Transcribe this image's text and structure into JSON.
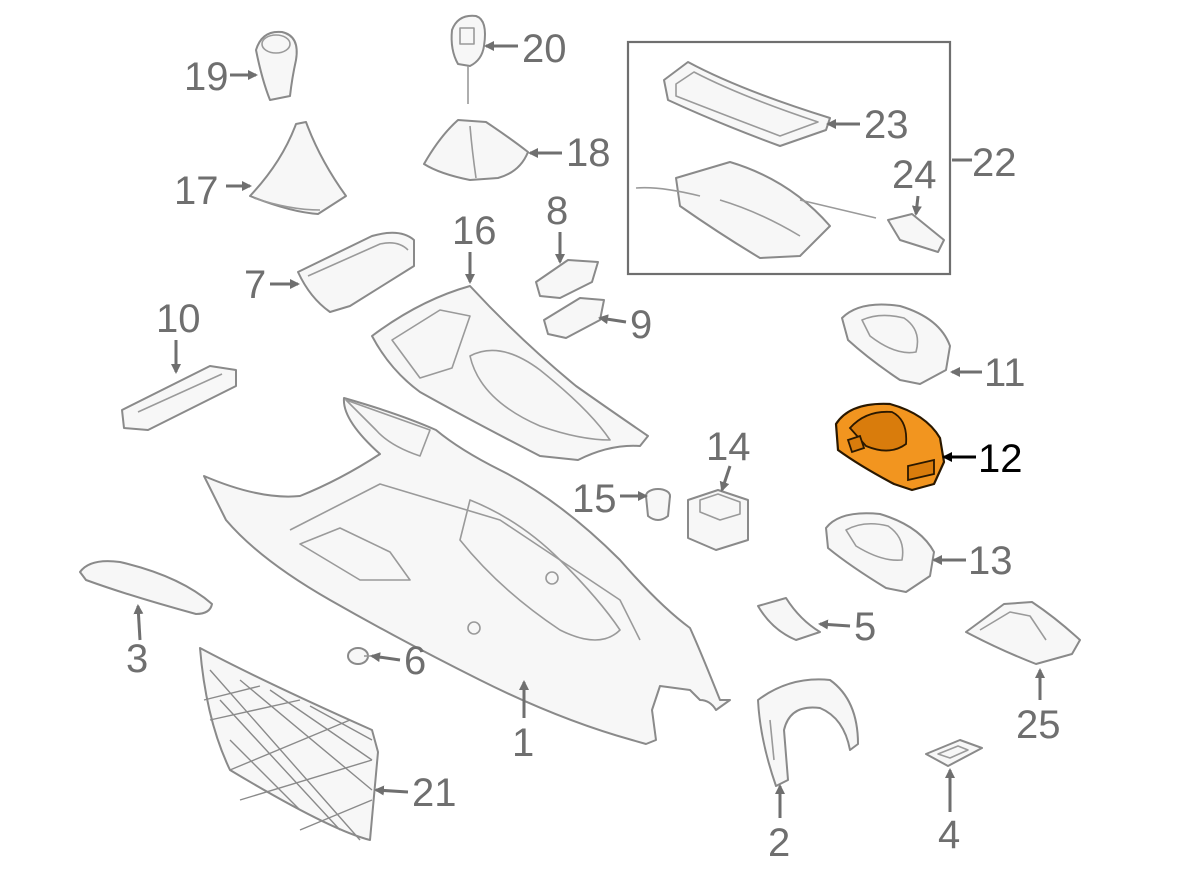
{
  "diagram": {
    "highlight_color": "#f2951f",
    "highlighted_part": "12",
    "labels": [
      "1",
      "2",
      "3",
      "4",
      "5",
      "6",
      "7",
      "8",
      "9",
      "10",
      "11",
      "12",
      "13",
      "14",
      "15",
      "16",
      "17",
      "18",
      "19",
      "20",
      "21",
      "22",
      "23",
      "24",
      "25"
    ]
  }
}
